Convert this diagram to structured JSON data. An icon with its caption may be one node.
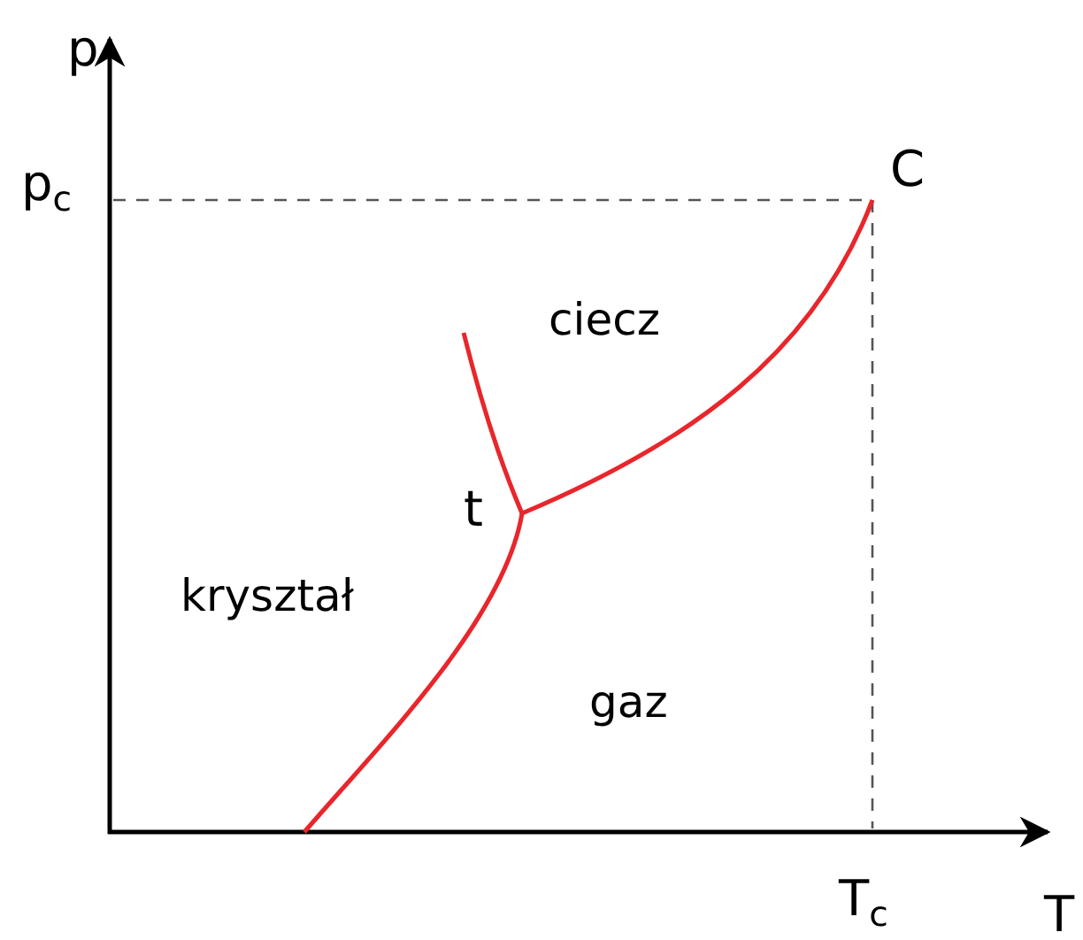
{
  "diagram": {
    "labels": [
      "p",
      "p$_{c}$",
      "C",
      "ciecz",
      "t",
      "kryształ",
      "gaz",
      "T$_{c}$",
      "T"
    ]
  }
}
